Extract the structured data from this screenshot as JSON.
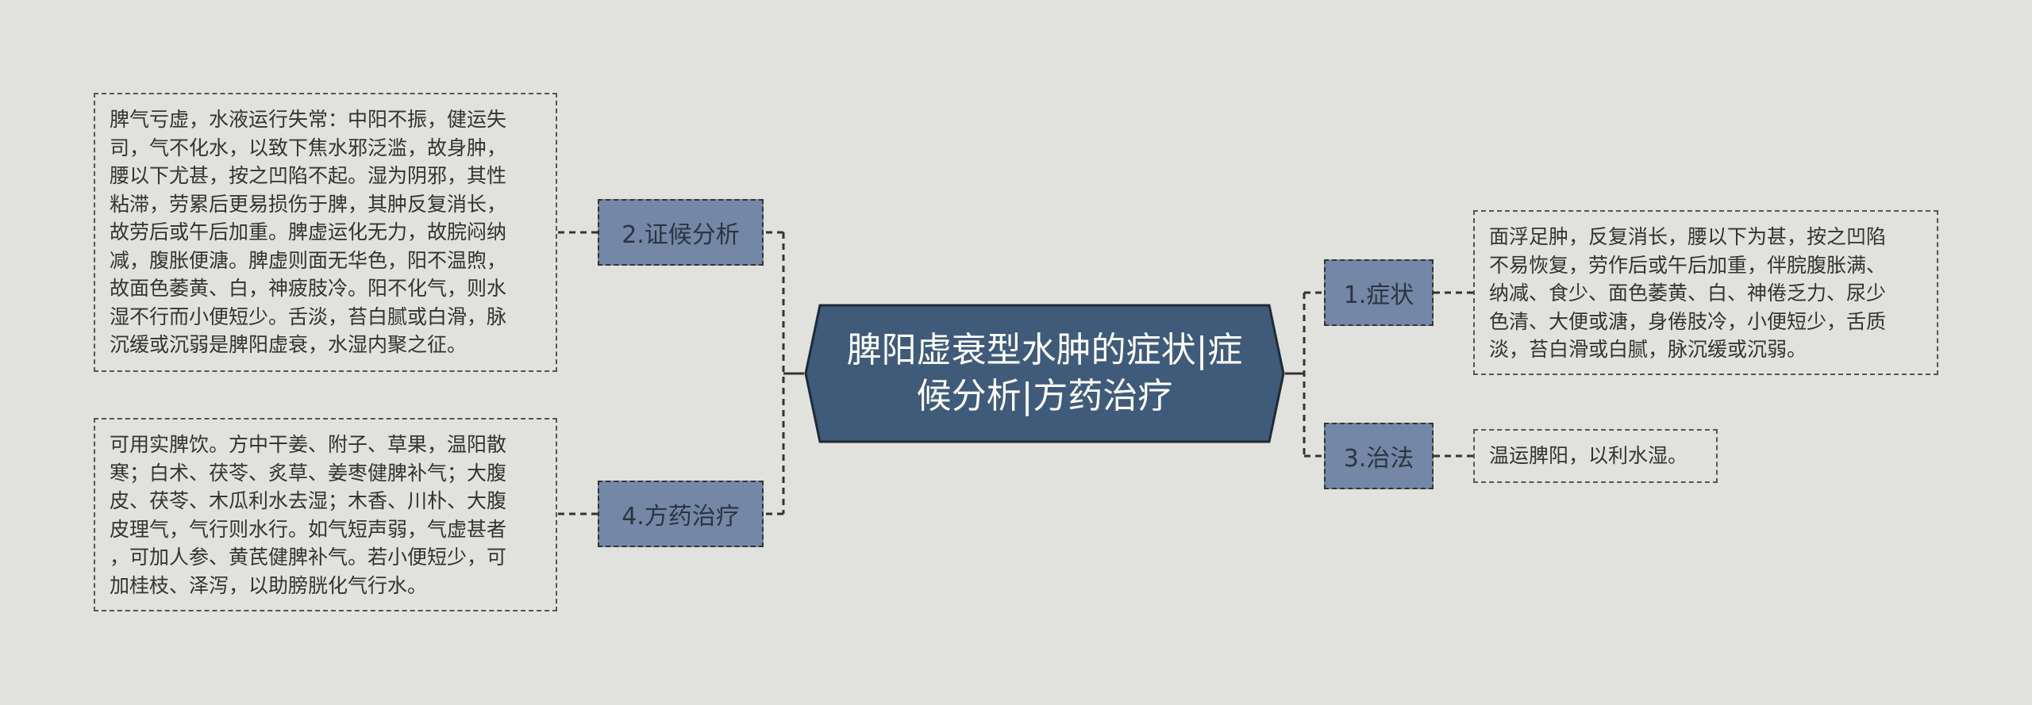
{
  "root": {
    "title": "脾阳虚衰型水肿的症状|症\n候分析|方药治疗"
  },
  "branches": [
    {
      "id": "b1",
      "label": "1.症状",
      "leaf": "面浮足肿，反复消长，腰以下为甚，按之凹陷\n不易恢复，劳作后或午后加重，伴脘腹胀满、\n纳减、食少、面色萎黄、白、神倦乏力、尿少\n色清、大便或溏，身倦肢冷，小便短少，舌质\n淡，苔白滑或白腻，脉沉缓或沉弱。"
    },
    {
      "id": "b2",
      "label": "2.证候分析",
      "leaf": "脾气亏虚，水液运行失常：中阳不振，健运失\n司，气不化水，以致下焦水邪泛滥，故身肿，\n腰以下尤甚，按之凹陷不起。湿为阴邪，其性\n粘滞，劳累后更易损伤于脾，其肿反复消长，\n故劳后或午后加重。脾虚运化无力，故脘闷纳\n减，腹胀便溏。脾虚则面无华色，阳不温煦，\n故面色萎黄、白，神疲肢冷。阳不化气，则水\n湿不行而小便短少。舌淡，苔白腻或白滑，脉\n沉缓或沉弱是脾阳虚衰，水湿内聚之征。"
    },
    {
      "id": "b3",
      "label": "3.治法",
      "leaf": "温运脾阳，以利水湿。"
    },
    {
      "id": "b4",
      "label": "4.方药治疗",
      "leaf": "可用实脾饮。方中干姜、附子、草果，温阳散\n寒；白术、茯苓、炙草、姜枣健脾补气；大腹\n皮、茯苓、木瓜利水去湿；木香、川朴、大腹\n皮理气，气行则水行。如气短声弱，气虚甚者\n，可加人参、黄芪健脾补气。若小便短少，可\n加桂枝、泽泻，以助膀胱化气行水。"
    }
  ],
  "colors": {
    "background": "#e1e2dd",
    "root_fill": "#405a79",
    "branch_fill": "#7487a6",
    "line": "#333333"
  }
}
